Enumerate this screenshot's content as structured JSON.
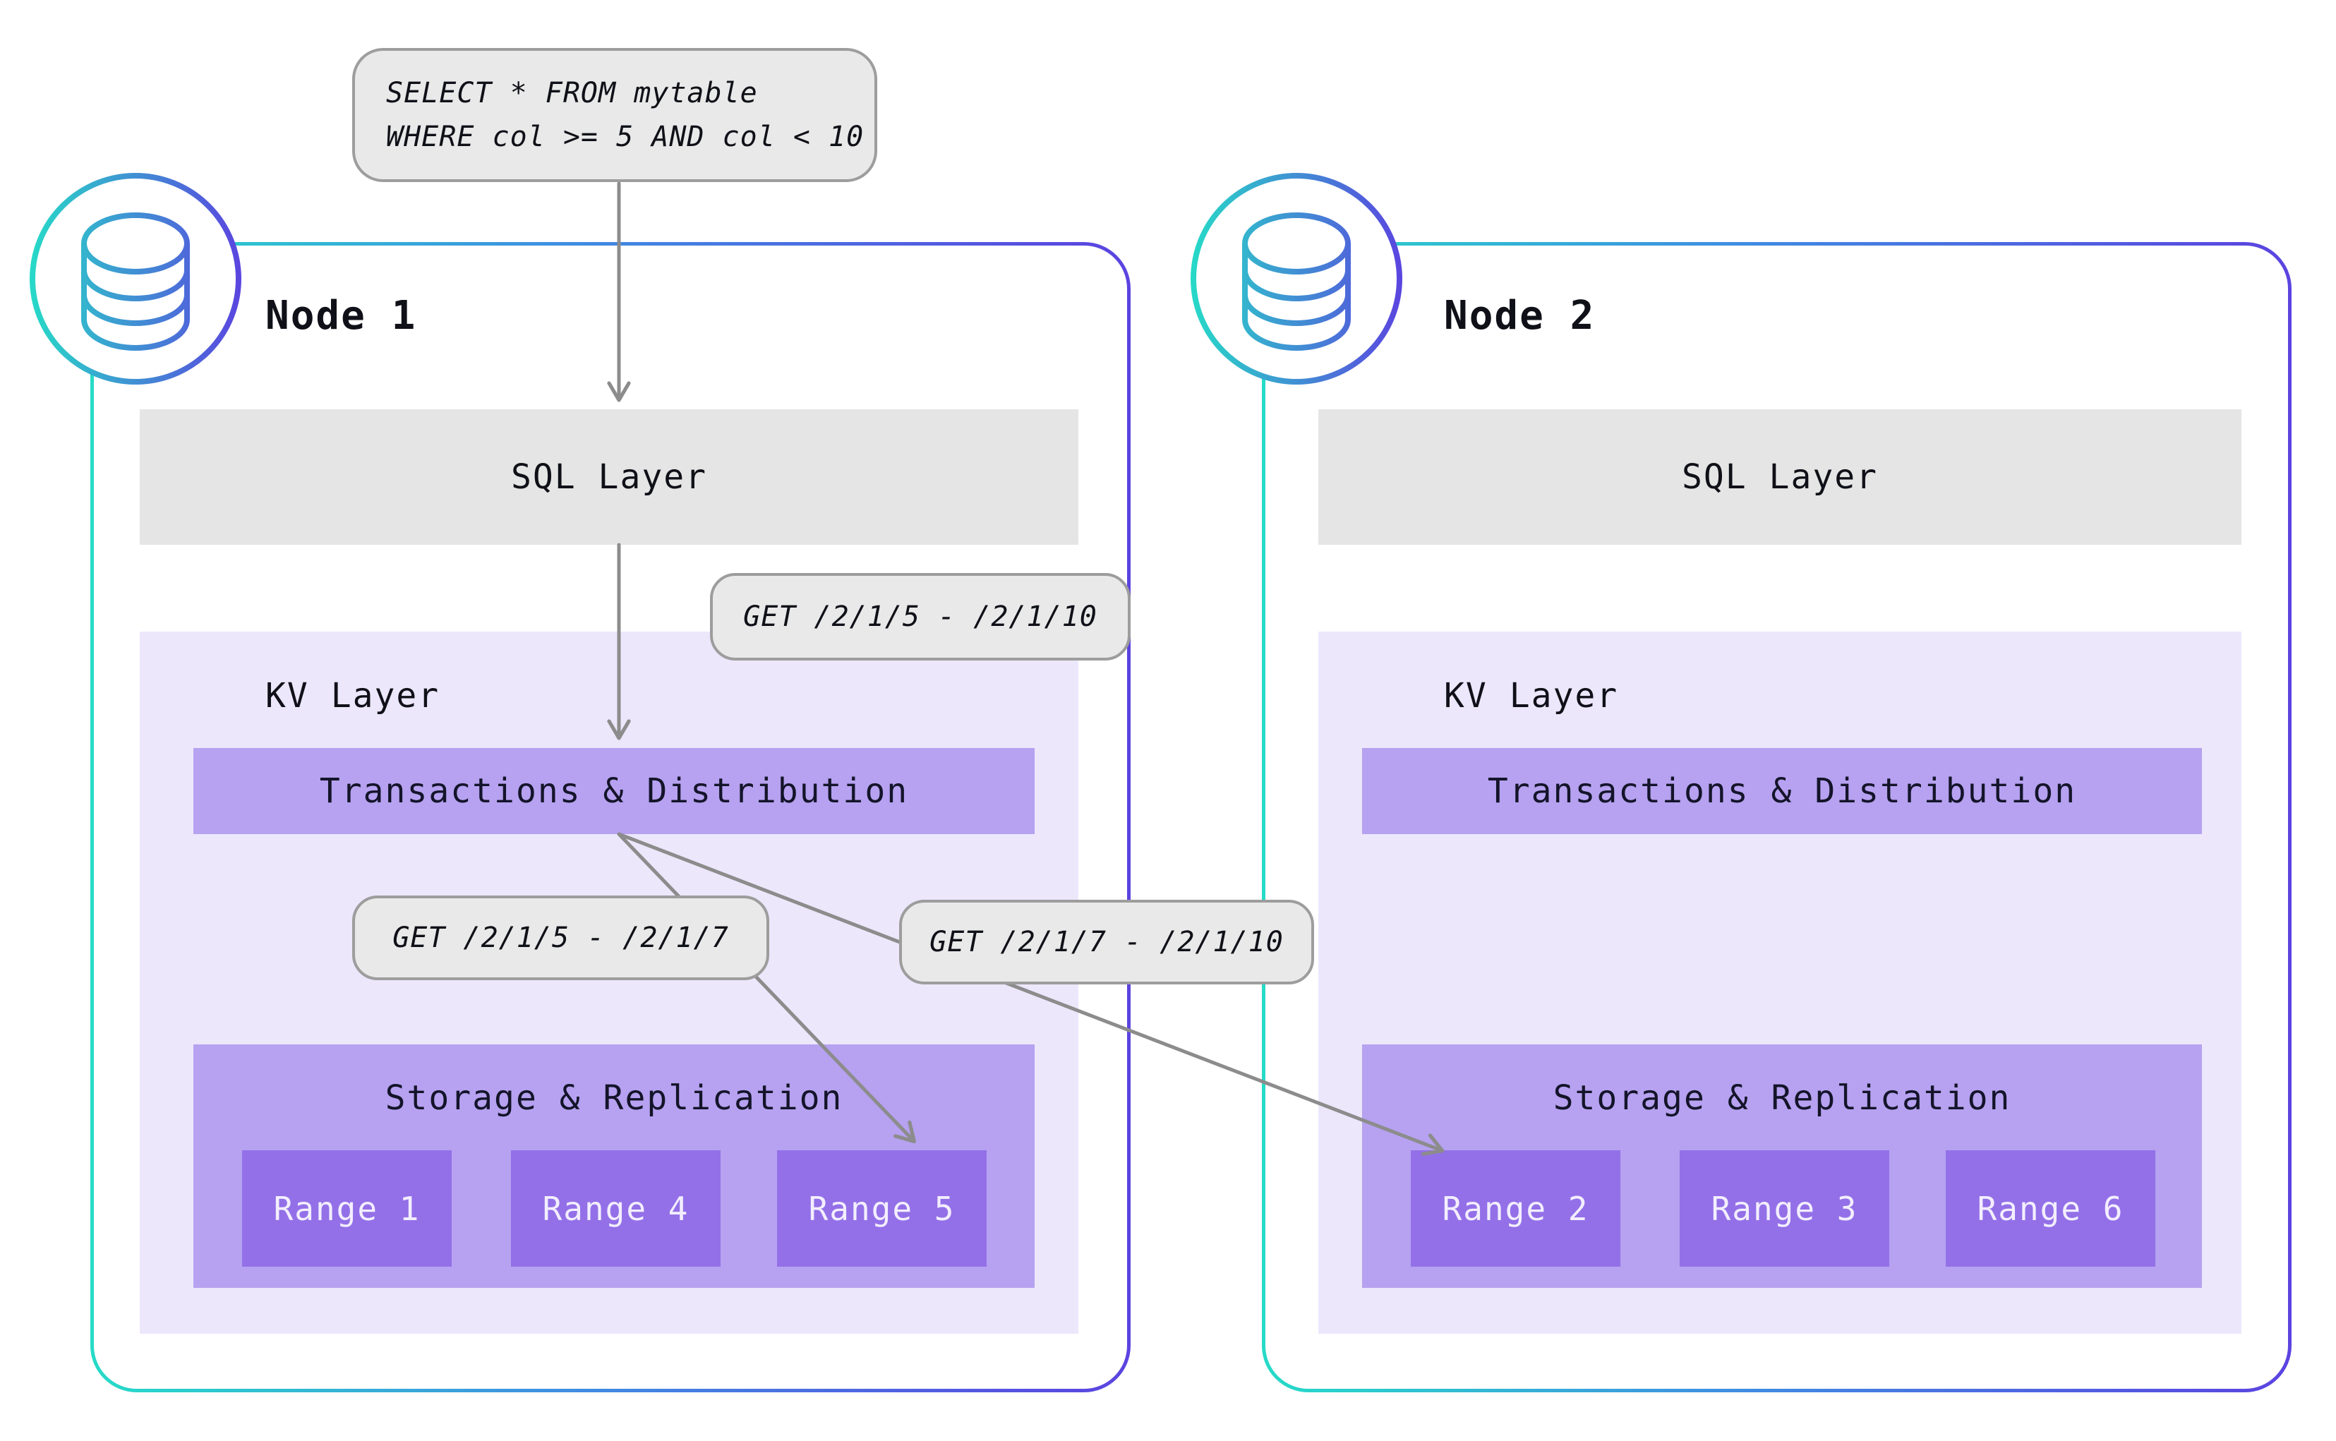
{
  "query_callout": {
    "line1": "SELECT * FROM mytable",
    "line2": "WHERE col >= 5 AND col < 10"
  },
  "callouts": {
    "kv_get": "GET /2/1/5 - /2/1/10",
    "get_left": "GET /2/1/5 - /2/1/7",
    "get_right": "GET /2/1/7 - /2/1/10"
  },
  "nodes": [
    {
      "label": "Node 1",
      "sql_layer": "SQL Layer",
      "kv_layer": "KV Layer",
      "transactions": "Transactions & Distribution",
      "storage": "Storage & Replication",
      "ranges": [
        "Range 1",
        "Range 4",
        "Range 5"
      ]
    },
    {
      "label": "Node 2",
      "sql_layer": "SQL Layer",
      "kv_layer": "KV Layer",
      "transactions": "Transactions & Distribution",
      "storage": "Storage & Replication",
      "ranges": [
        "Range 2",
        "Range 3",
        "Range 6"
      ]
    }
  ],
  "colors": {
    "gradient_start": "#26dbc7",
    "gradient_end": "#5b43e0",
    "sql_bar": "#e4e5e4",
    "kv_panel": "#ece7fb",
    "purple_bar": "#b6a2f0",
    "range_box": "#9370e8",
    "callout_bg": "#e8e9e8",
    "callout_border": "#9d9d9d",
    "arrow": "#8c8c8c"
  }
}
